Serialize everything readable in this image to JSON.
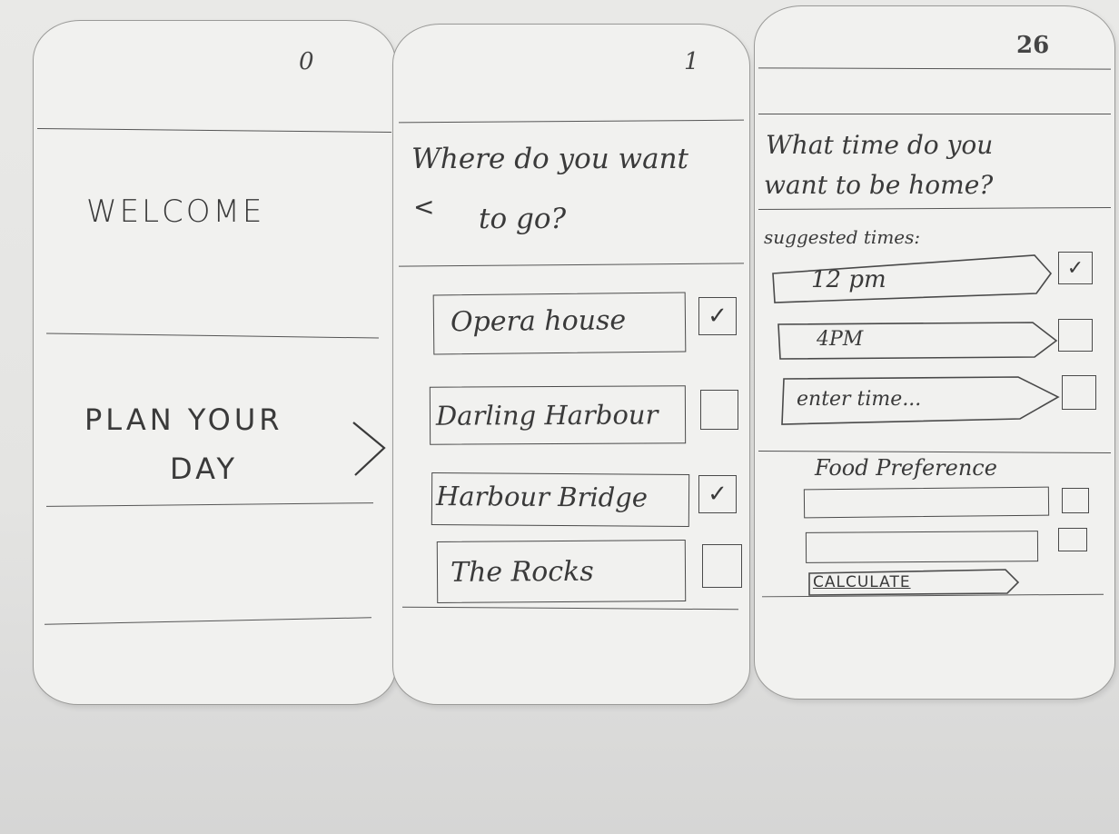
{
  "screen1": {
    "page_number": "0",
    "welcome": "WELCOME",
    "plan_line1": "PLAN YOUR",
    "plan_line2": "DAY",
    "next_icon": "chevron-right-icon"
  },
  "screen2": {
    "page_number": "1",
    "title_line1": "Where do you want",
    "title_line2": "to go?",
    "back_icon": "chevron-left-icon",
    "options": [
      {
        "label": "Opera house",
        "checked": true
      },
      {
        "label": "Darling Harbour",
        "checked": false
      },
      {
        "label": "Harbour Bridge",
        "checked": true
      },
      {
        "label": "The Rocks",
        "checked": false
      }
    ]
  },
  "screen3": {
    "page_number": "26",
    "title_line1": "What time do you",
    "title_line2": "want to be home?",
    "suggested_label": "suggested times:",
    "times": [
      {
        "label": "12 pm",
        "checked": true
      },
      {
        "label": "4PM",
        "checked": false
      },
      {
        "label": "enter time...",
        "checked": false
      }
    ],
    "food_label": "Food Preference",
    "food_options": [
      {
        "label": "",
        "checked": false
      },
      {
        "label": "",
        "checked": false
      }
    ],
    "calculate_label": "CALCULATE"
  },
  "check_mark": "✓"
}
